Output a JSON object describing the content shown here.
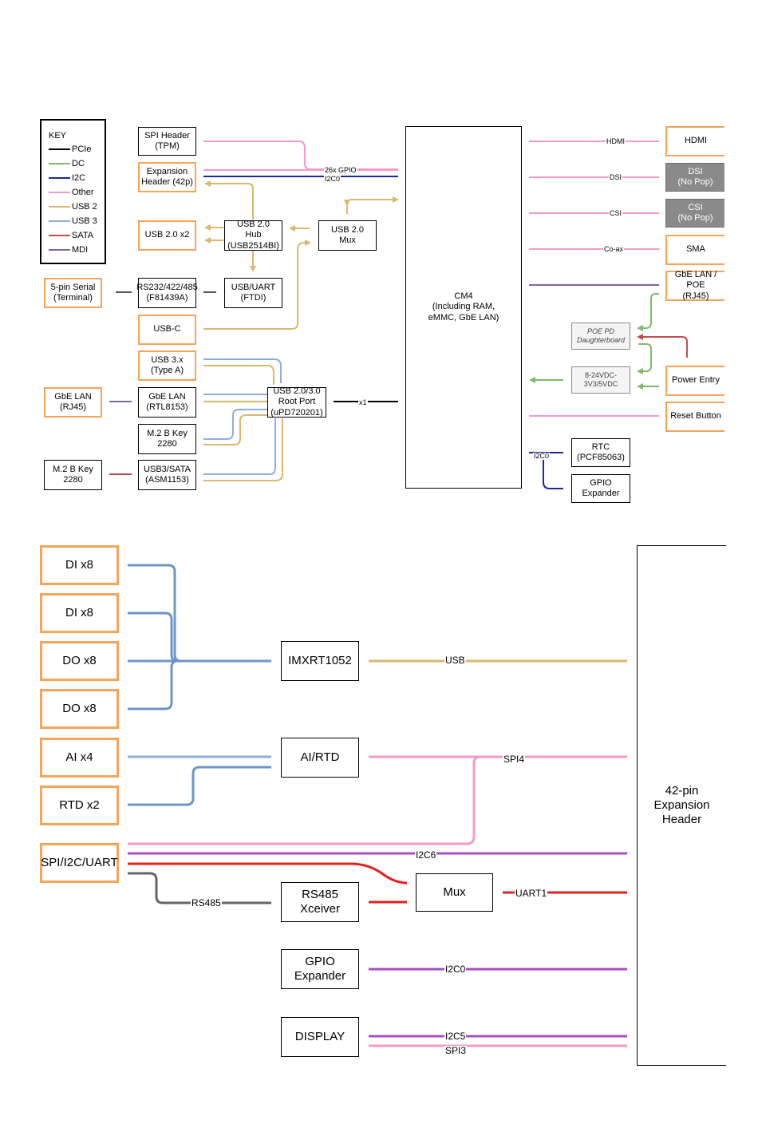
{
  "top": {
    "key": {
      "title": "KEY",
      "items": [
        {
          "label": "PCIe",
          "color": "#000000"
        },
        {
          "label": "DC",
          "color": "#7fba6a"
        },
        {
          "label": "I2C",
          "color": "#1a2a8f"
        },
        {
          "label": "Other",
          "color": "#f49ac8"
        },
        {
          "label": "USB 2",
          "color": "#d9b870"
        },
        {
          "label": "USB 3",
          "color": "#90aed6"
        },
        {
          "label": "SATA",
          "color": "#c0504d"
        },
        {
          "label": "MDI",
          "color": "#8064a2"
        }
      ]
    },
    "blocks": {
      "spi_header": "SPI Header\n(TPM)",
      "expansion_header": "Expansion\nHeader (42p)",
      "usb20_x2": "USB 2.0 x2",
      "usb20_hub": "USB 2.0\nHub\n(USB2514BI)",
      "usb20_mux": "USB 2.0\nMux",
      "serial5": "5-pin Serial\n(Terminal)",
      "rs232": "RS232/422/485\n(F81439A)",
      "usb_uart": "USB/UART\n(FTDI)",
      "usb_c": "USB-C",
      "usb3x": "USB 3.x\n(Type A)",
      "gbe_rj45": "GbE LAN\n(RJ45)",
      "gbe_rtl": "GbE LAN\n(RTL8153)",
      "m2_key_a": "M.2 B Key\n2280",
      "m2_key_b": "M.2 B Key\n2280",
      "usb3sata": "USB3/SATA\n(ASM1153)",
      "root_port": "USB 2.0/3.0\nRoot Port\n(uPD720201)",
      "cm4": "CM4\n(Including RAM,\neMMC, GbE LAN)",
      "hdmi": "HDMI",
      "dsi": "DSI\n(No Pop)",
      "csi": "CSI\n(No Pop)",
      "sma": "SMA",
      "gbe_poe": "GbE LAN /\nPOE\n(RJ45)",
      "poe_pd": "POE PD\nDaughterboard",
      "dcdc": "8-24VDC-\n3V3/5VDC",
      "power_entry": "Power Entry",
      "reset_button": "Reset Button",
      "rtc": "RTC\n(PCF85063)",
      "gpio_expander": "GPIO\nExpander"
    },
    "labels": {
      "gpio26": "26x GPIO",
      "i2c0": "I2C0",
      "hdmi": "HDMI",
      "dsi": "DSI",
      "csi": "CSI",
      "coax": "Co-ax",
      "x1": "x1",
      "i2c0_rtc": "I2C0"
    }
  },
  "bottom": {
    "blocks": {
      "di1": "DI x8",
      "di2": "DI x8",
      "do1": "DO x8",
      "do2": "DO x8",
      "ai": "AI x4",
      "rtd": "RTD x2",
      "spi_i2c_uart": "SPI/I2C/UART",
      "imxrt": "IMXRT1052",
      "ai_rtd": "AI/RTD",
      "rs485_xceiver": "RS485\nXceiver",
      "mux": "Mux",
      "gpio_expander": "GPIO\nExpander",
      "display": "DISPLAY",
      "header42": "42-pin\nExpansion\nHeader"
    },
    "labels": {
      "usb": "USB",
      "spi4": "SPI4",
      "i2c6": "I2C6",
      "rs485": "RS485",
      "uart1": "UART1",
      "i2c0": "I2C0",
      "i2c5": "I2C5",
      "spi3": "SPI3"
    }
  }
}
